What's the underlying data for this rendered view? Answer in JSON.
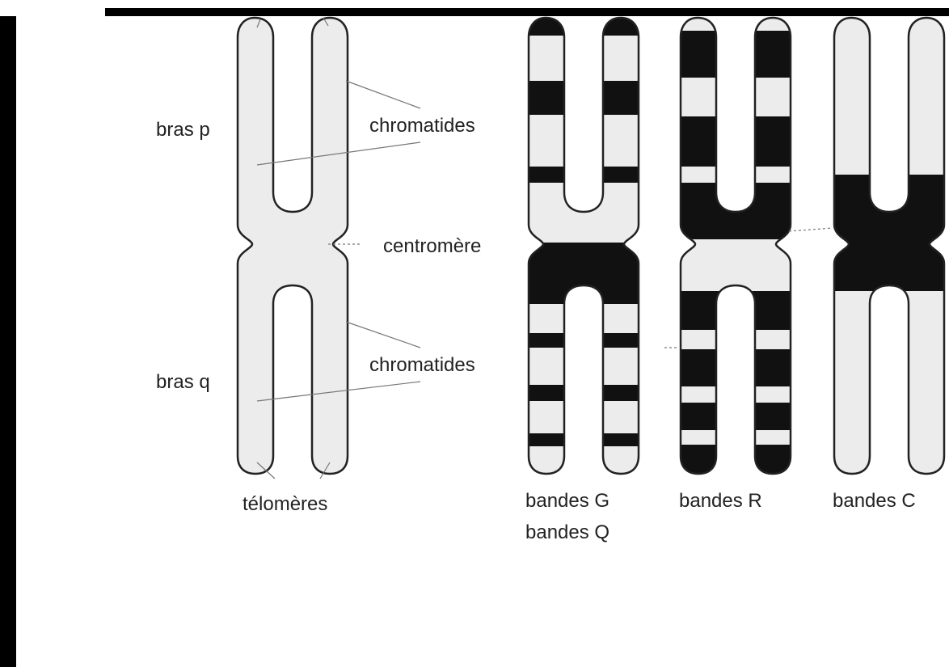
{
  "labels": {
    "arm_p": "bras p",
    "arm_q": "bras q",
    "chromatids_top": "chromatides",
    "centromere": "centromère",
    "chromatids_bottom": "chromatides",
    "telomeres": "télomères",
    "bands_g": "bandes G",
    "bands_q": "bandes Q",
    "bands_r": "bandes R",
    "bands_c": "bandes C"
  },
  "colors": {
    "fill_light": "#ececec",
    "band_dark": "#111111",
    "outline": "#222222",
    "leader": "#777777"
  }
}
